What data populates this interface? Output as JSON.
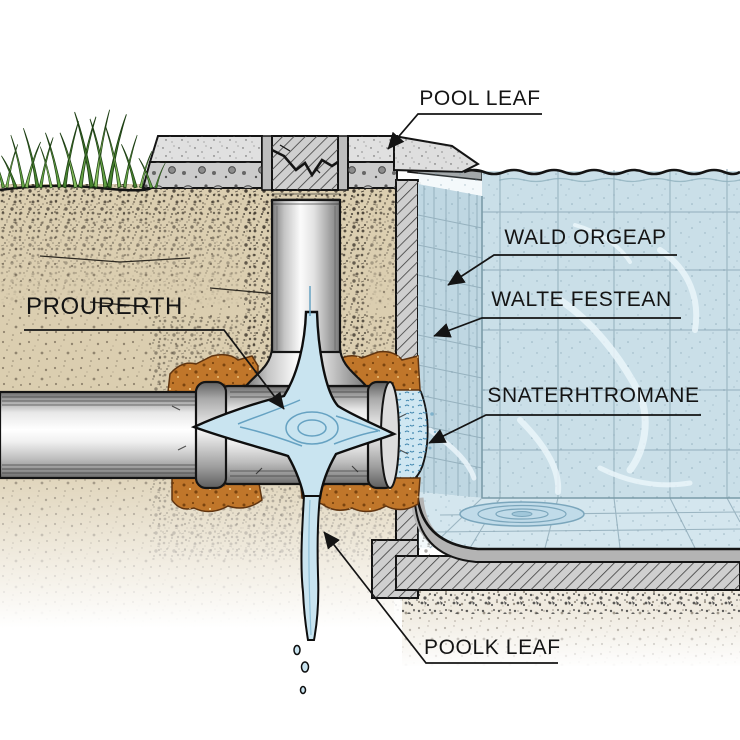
{
  "diagram": {
    "type": "pool-plumbing-leak-cutaway-illustration",
    "labels": {
      "pool_deck": "POOL LEAF",
      "ground": "PROURERTH",
      "pool_wall": "WALD ORGEAP",
      "pool_water": "WALTE FESTEAN",
      "wall_penetration": "SNATERHTROMANE",
      "pool_leak": "POOLK LEAF"
    },
    "colors": {
      "soil_tan": "#dbceb0",
      "soil_stipple": "#3a332a",
      "concrete_gray": "#d9d9d9",
      "cut_concrete": "#cfcfcf",
      "pipe_metal": "#c9c9c9",
      "rust_orange": "#c0762a",
      "leak_water_blue": "#c9e4f0",
      "pool_water_blue": "#cde1e9",
      "grass_green": "#64a344",
      "line_ink": "#141414"
    }
  }
}
